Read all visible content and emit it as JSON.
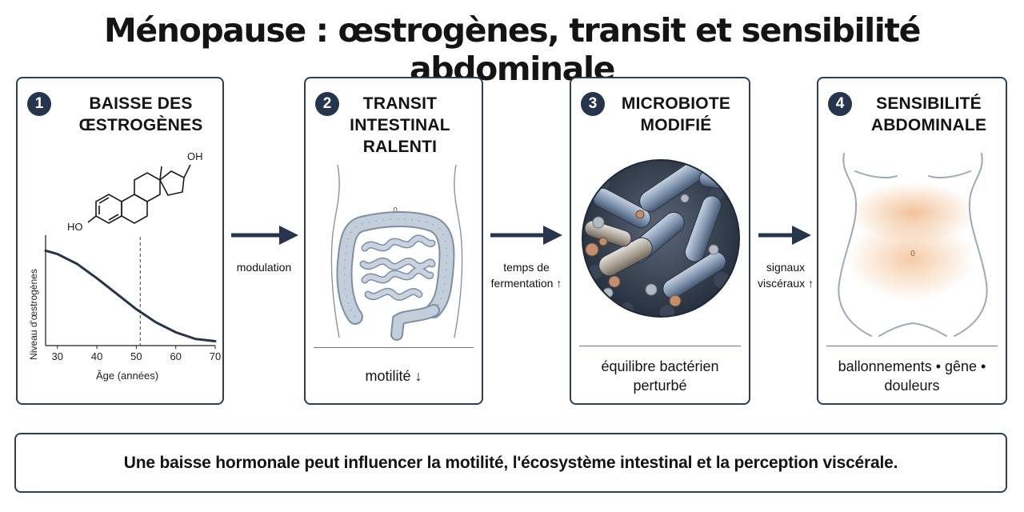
{
  "title": "Ménopause : œstrogènes, transit et sensibilité abdominale",
  "panels": [
    {
      "number": "1",
      "title_line1": "BAISSE DES",
      "title_line2": "ŒSTROGÈNES",
      "molecule_label_oh_top": "OH",
      "molecule_label_ho_left": "HO",
      "chart": {
        "ylabel": "Niveau d'œstrogènes",
        "xlabel": "Âge (années)",
        "ticks": [
          "30",
          "40",
          "50",
          "60",
          "70"
        ]
      }
    },
    {
      "number": "2",
      "title_line1": "TRANSIT",
      "title_line2": "INTESTINAL",
      "title_line3": "RALENTI",
      "navel_mark": "0",
      "caption": "motilité ↓"
    },
    {
      "number": "3",
      "title_line1": "MICROBIOTE",
      "title_line2": "MODIFIÉ",
      "caption_line1": "équilibre bactérien",
      "caption_line2": "perturbé"
    },
    {
      "number": "4",
      "title_line1": "SENSIBILITÉ",
      "title_line2": "ABDOMINALE",
      "navel_mark": "0",
      "caption_line1": "ballonnements • gêne •",
      "caption_line2": "douleurs"
    }
  ],
  "arrows": [
    {
      "label_line1": "modulation"
    },
    {
      "label_line1": "temps de",
      "label_line2": "fermentation ↑"
    },
    {
      "label_line1": "signaux",
      "label_line2": "viscéraux ↑"
    }
  ],
  "footer": "Une baisse hormonale peut influencer la motilité, l'écosystème intestinal et la perception viscérale.",
  "colors": {
    "navy": "#26344d",
    "border": "#2d3e58",
    "intestine": "#b9c6d6",
    "abdomen_glow": "#f0b889"
  },
  "chart_data": {
    "type": "line",
    "title": "",
    "xlabel": "Âge (années)",
    "ylabel": "Niveau d'œstrogènes",
    "xlim": [
      27,
      70
    ],
    "x_ticks": [
      30,
      40,
      50,
      60,
      70
    ],
    "y_ticks": [],
    "reference_line_x": 51,
    "series": [
      {
        "x": [
          27,
          30,
          35,
          40,
          45,
          50,
          55,
          60,
          65,
          70
        ],
        "values": [
          0.86,
          0.83,
          0.74,
          0.61,
          0.47,
          0.33,
          0.21,
          0.12,
          0.06,
          0.04
        ]
      }
    ],
    "grid": false,
    "legend": "none"
  }
}
